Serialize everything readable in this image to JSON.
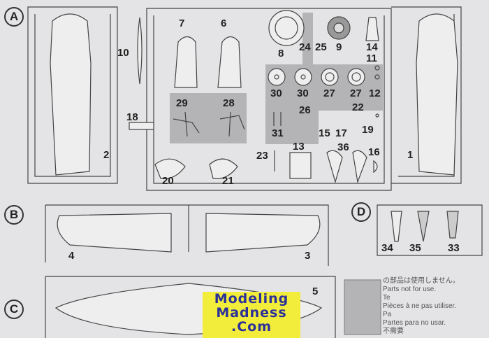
{
  "sections": {
    "a": "A",
    "b": "B",
    "c": "C",
    "d": "D"
  },
  "parts": {
    "p10": "10",
    "p7": "7",
    "p6": "6",
    "p8": "8",
    "p24": "24",
    "p25": "25",
    "p9": "9",
    "p14": "14",
    "p11": "11",
    "p12": "12",
    "p30a": "30",
    "p30b": "30",
    "p27a": "27",
    "p27b": "27",
    "p29": "29",
    "p28": "28",
    "p26": "26",
    "p22": "22",
    "p18": "18",
    "p31": "31",
    "p15": "15",
    "p17": "17",
    "p19": "19",
    "p2": "2",
    "p1": "1",
    "p23": "23",
    "p13": "13",
    "p36": "36",
    "p16": "16",
    "p20": "20",
    "p21": "21",
    "p4": "4",
    "p3": "3",
    "p34": "34",
    "p35": "35",
    "p33": "33",
    "p5": "5"
  },
  "notice": {
    "ja": "の部品は使用しません。",
    "en": "Parts not for use.",
    "de": "Te",
    "fr": "Pièces à ne pas utiliser.",
    "it": "Pa",
    "es": "Partes para no usar.",
    "zh": "不需要"
  },
  "watermark": {
    "line1": "Modeling",
    "line2": "Madness",
    "line3": ".Com"
  },
  "colors": {
    "background": "#e4e4e6",
    "shade": "#b4b4b6",
    "line": "#444444",
    "logo_bg": "#f2ec3a",
    "logo_text": "#2a2f9a"
  }
}
